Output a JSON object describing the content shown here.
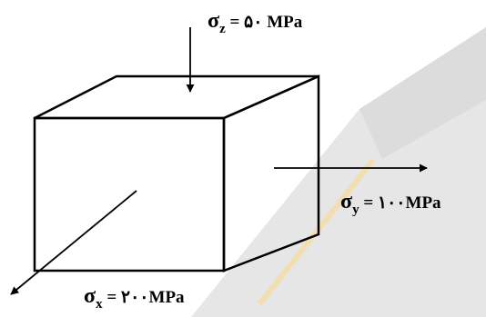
{
  "diagram": {
    "labels": {
      "z": {
        "symbol": "σ",
        "subscript": "z",
        "rest": " = ۵۰ MPa"
      },
      "y": {
        "symbol": "σ",
        "subscript": "y",
        "rest": " = ۱۰۰MPa"
      },
      "x": {
        "symbol": "σ",
        "subscript": "x",
        "rest": " = ۲۰۰MPa"
      }
    },
    "colors": {
      "line": "#000000",
      "watermark_gray": "#e3e3e3",
      "watermark_accent": "#f3deb2"
    }
  }
}
